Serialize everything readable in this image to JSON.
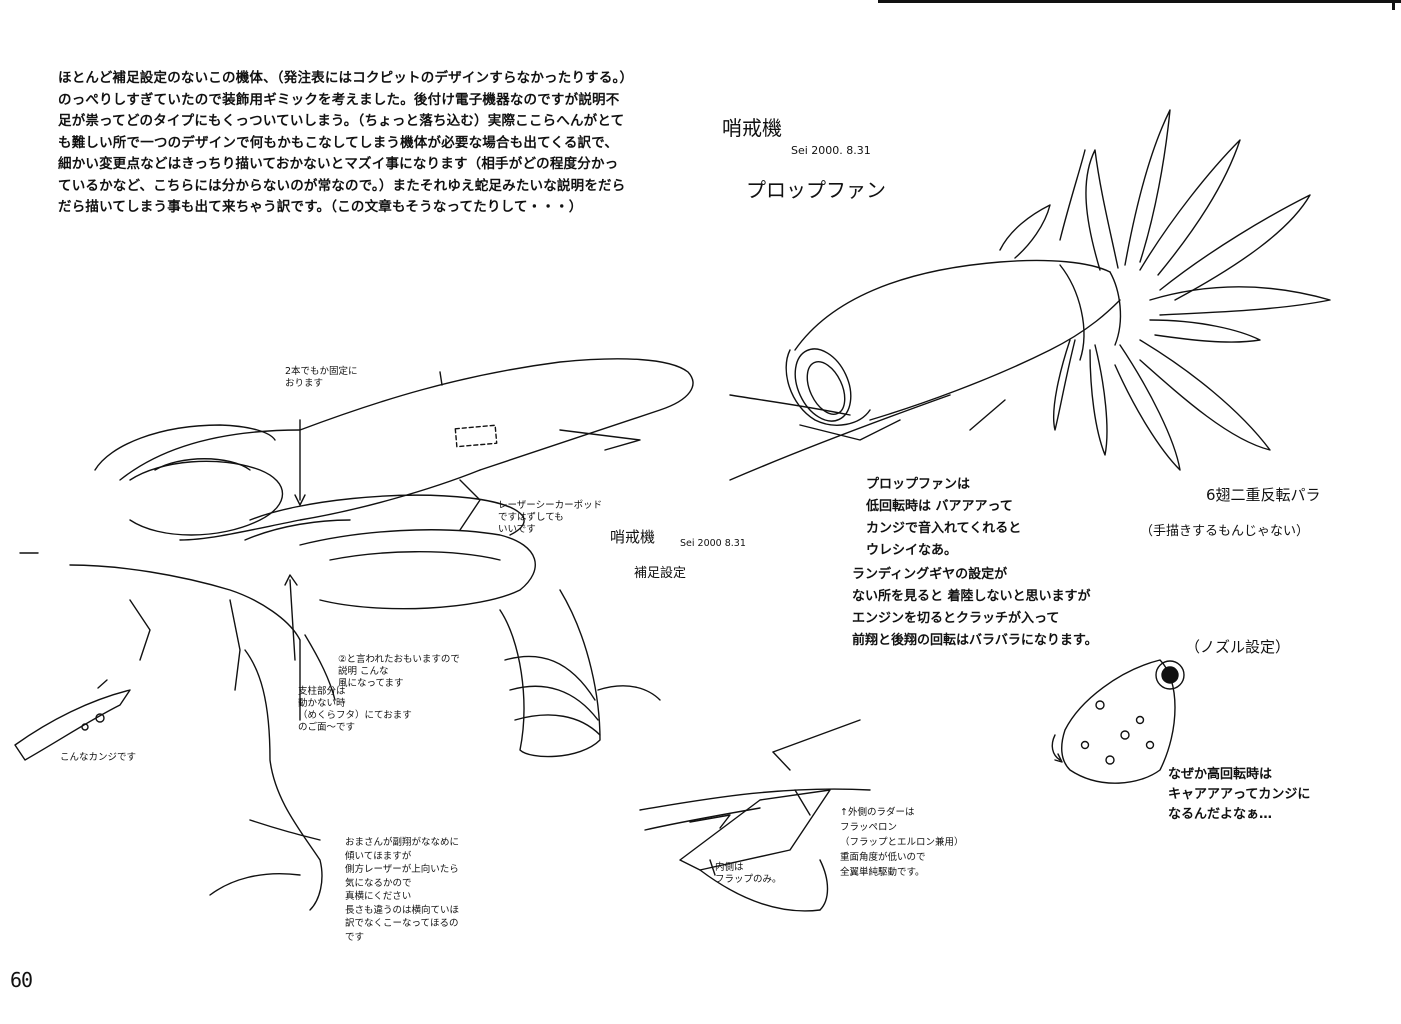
{
  "intro_text": "ほとんど補足設定のないこの機体、（発注表にはコクピットのデザインすらなかったりする。）のっぺりしすぎていたので装飾用ギミックを考えました。後付け電子機器なのですが説明不足が祟ってどのタイプにもくっついていしまう。（ちょっと落ち込む）実際ここらへんがとても難しい所で一つのデザインで何もかもこなしてしまう機体が必要な場合も出てくる訳で、細かい変更点などはきっちり描いておかないとマズイ事になります（相手がどの程度分かっているかなど、こちらには分からないのが常なので。）またそれゆえ蛇足みたいな説明をだらだら描いてしまう事も出て来ちゃう訳です。（この文章もそうなってたりして・・・）",
  "right_sheet": {
    "title": "哨戒機",
    "signature": "Sei 2000. 8.31",
    "subtitle": "プロップファン",
    "contra_label": "6翅二重反転パラ",
    "contra_note": "（手描きするもんじゃない）",
    "propfan_note": [
      "プロップファンは",
      "低回転時は バアアアって",
      "カンジで音入れてくれると",
      "ウレシイなあ。"
    ],
    "landing_note": [
      "ランディングギヤの設定が",
      "ない所を見ると 着陸しないと思いますが",
      "エンジンを切るとクラッチが入って",
      "前翔と後翔の回転はバラバラになります。"
    ],
    "nozzle_label": "（ノズル設定）",
    "nozzle_note": [
      "なぜか高回転時は",
      "キャアアアってカンジに",
      "なるんだよなぁ…"
    ]
  },
  "center_sheet": {
    "title": "哨戒機",
    "signature": "Sei 2000 8.31",
    "subtitle": "補足設定"
  },
  "left_notes": {
    "fix_note": [
      "2本でもか固定に",
      "おります"
    ],
    "laser_pod": [
      "レーザーシーカーポッド",
      "ですはずしても",
      "いいです"
    ],
    "question_note": [
      "②と言われたおもいますので",
      "説明 こんな",
      "風になってます"
    ],
    "pillar_note": [
      "支柱部分は",
      "動かない時",
      "（めくらフタ）にておます",
      "のご面～です"
    ],
    "like_this": "こんなカンジです",
    "apology_note": [
      "おまさんが副翔がななめに",
      "傾いてほますが",
      "側方レーザーが上向いたら",
      "気になるかので",
      "真横にください",
      "長さも違うのは横向ていほ",
      "訳でなくこーなってほるの",
      "です"
    ]
  },
  "tail_notes": {
    "outer_rudder": [
      "↑外側のラダーは",
      "フラッペロン",
      "（フラップとエルロン兼用）",
      "重面角度が低いので",
      "全翼単純駆動です。"
    ],
    "inner_note": [
      "内側は",
      "フラップのみ。"
    ]
  },
  "page_number": "60"
}
